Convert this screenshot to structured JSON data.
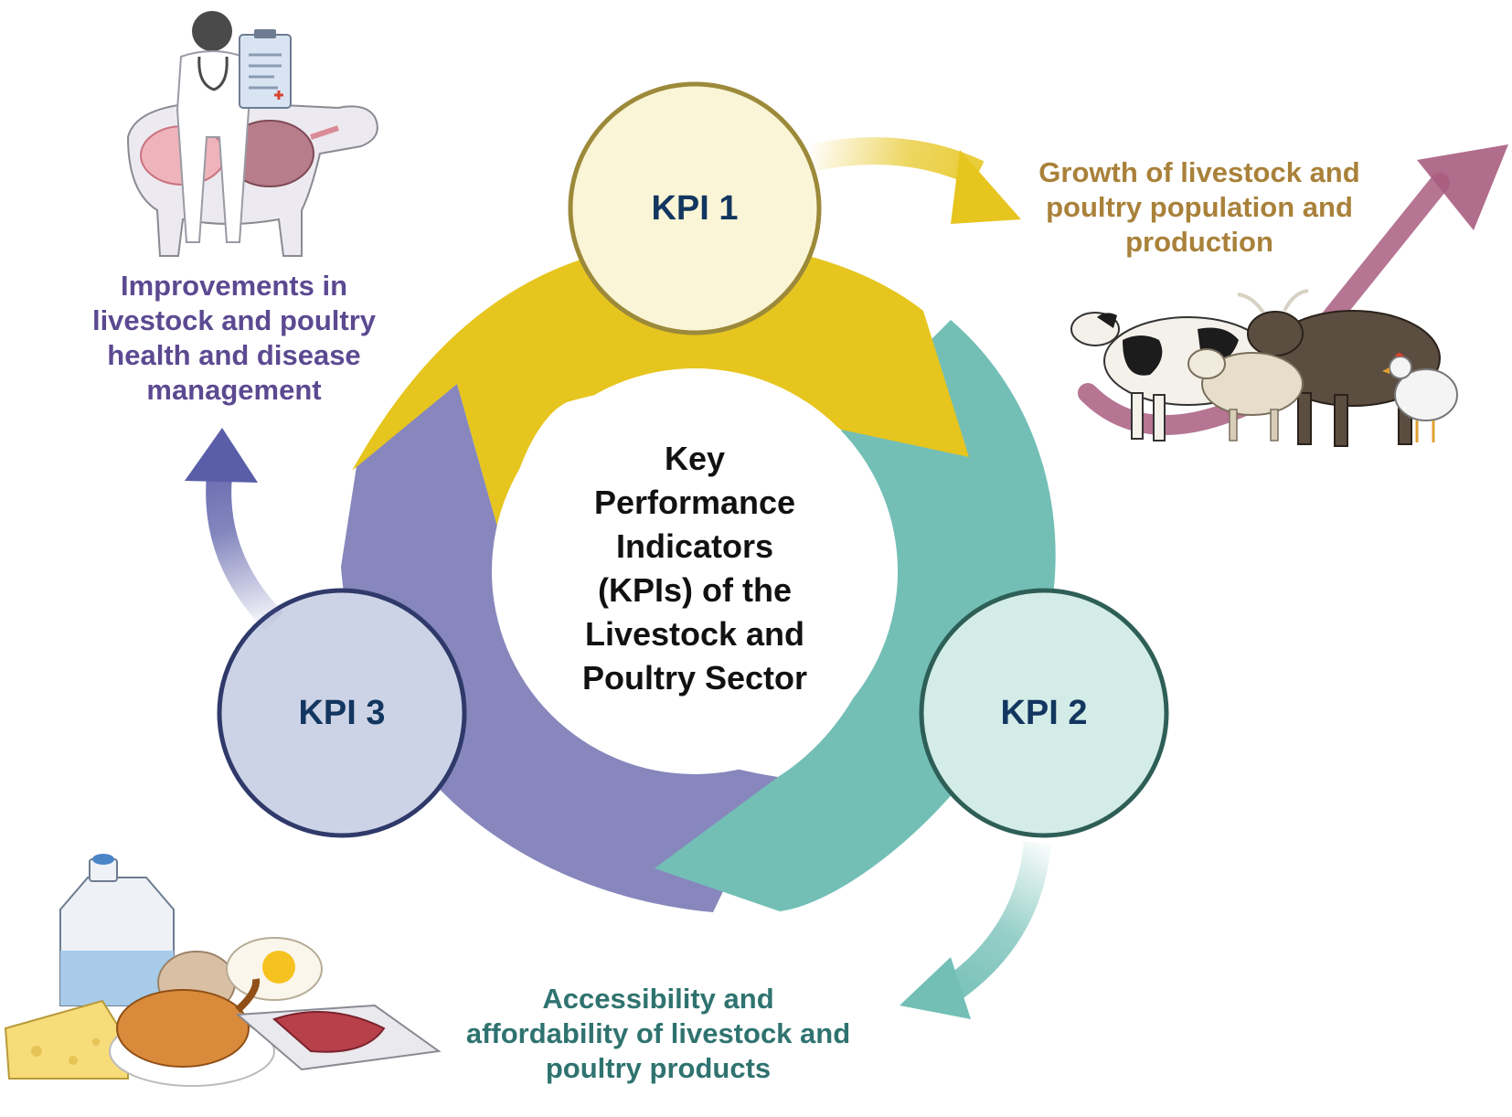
{
  "center_title": [
    "Key",
    "Performance",
    "Indicators",
    "(KPIs) of the",
    "Livestock and",
    "Poultry Sector"
  ],
  "kpis": [
    {
      "label": "KPI 1",
      "fill": "#faf5d6",
      "stroke": "#9c8a3a"
    },
    {
      "label": "KPI 2",
      "fill": "#d4ece7",
      "stroke": "#2e5f57"
    },
    {
      "label": "KPI 3",
      "fill": "#cdd3e6",
      "stroke": "#2f3a6a"
    }
  ],
  "outcomes": {
    "growth": [
      "Growth of livestock and",
      "poultry population and",
      "production"
    ],
    "health": [
      "Improvements in",
      "livestock and poultry",
      "health and disease",
      "management"
    ],
    "access": [
      "Accessibility and",
      "affordability of livestock and",
      "poultry products"
    ]
  },
  "colors": {
    "segment_kpi1": "#e6c51e",
    "segment_kpi2": "#73bfb6",
    "segment_kpi3": "#8787bd",
    "arrow_growth": "#e6c51e",
    "arrow_health": "#5a5ea8",
    "arrow_access": "#73bfb6",
    "trend_arrow": "#a85d80",
    "growth_text": "#a9813a",
    "health_text": "#5b4a91",
    "access_text": "#2f7370"
  },
  "icons": [
    "veterinarian-with-cow-icon",
    "livestock-group-icon",
    "animal-products-icon"
  ]
}
